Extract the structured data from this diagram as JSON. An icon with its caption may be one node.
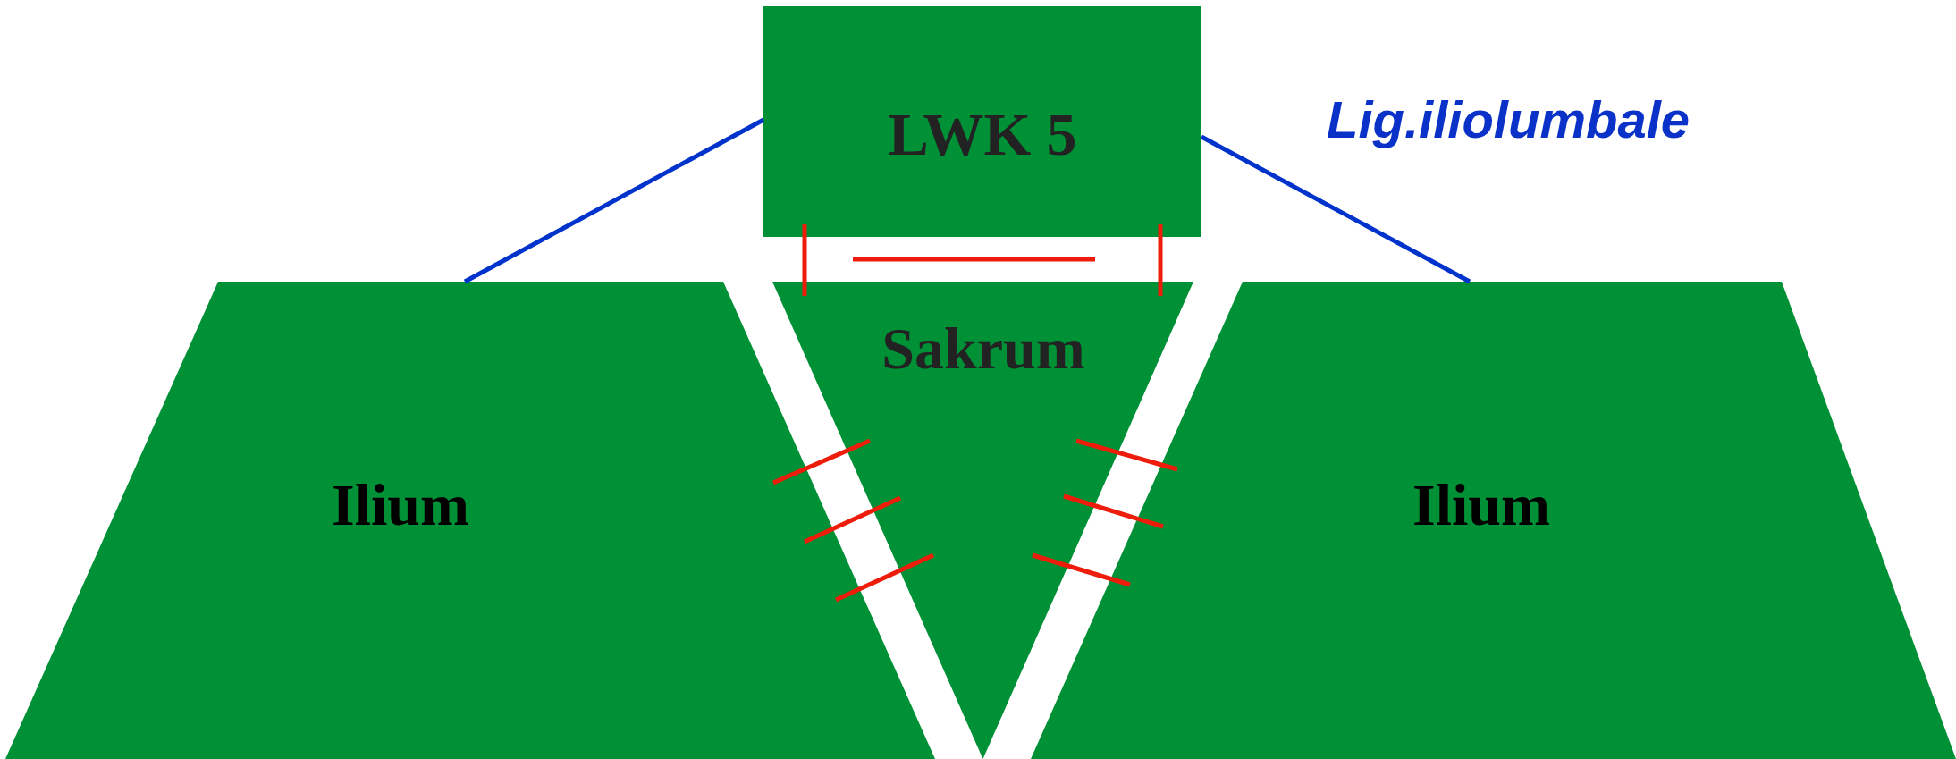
{
  "diagram": {
    "nodes": [
      {
        "text": [
          "LWK 5"
        ]
      },
      {
        "text": [
          "Sakrum"
        ]
      },
      {
        "text": [
          "Ilium"
        ]
      },
      {
        "text": [
          "Ilium"
        ]
      }
    ],
    "edges": [
      {
        "from": 0,
        "to": 2,
        "arrow": "none",
        "color": "#0033cc"
      },
      {
        "from": 0,
        "to": 3,
        "arrow": "none",
        "color": "#0033cc"
      },
      {
        "from": 0,
        "to": 1,
        "arrow": "none"
      },
      {
        "from": 0,
        "to": 1,
        "arrow": "none"
      },
      {
        "from": 1,
        "to": 2,
        "arrow": "none"
      },
      {
        "from": 1,
        "to": 2,
        "arrow": "none"
      },
      {
        "from": 1,
        "to": 2,
        "arrow": "none"
      },
      {
        "from": 1,
        "to": 3,
        "arrow": "none"
      },
      {
        "from": 1,
        "to": 3,
        "arrow": "none"
      },
      {
        "from": 1,
        "to": 3,
        "arrow": "none"
      }
    ],
    "labels": [
      "Lig.iliolumbale"
    ]
  }
}
